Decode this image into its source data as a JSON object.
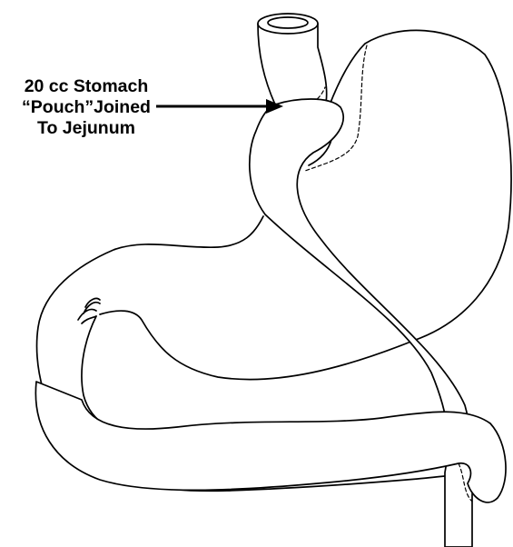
{
  "annotation": {
    "lines": [
      "20 cc Stomach",
      "“Pouch”Joined",
      "To Jejunum"
    ]
  },
  "colors": {
    "stroke": "#000000",
    "background": "#ffffff"
  }
}
